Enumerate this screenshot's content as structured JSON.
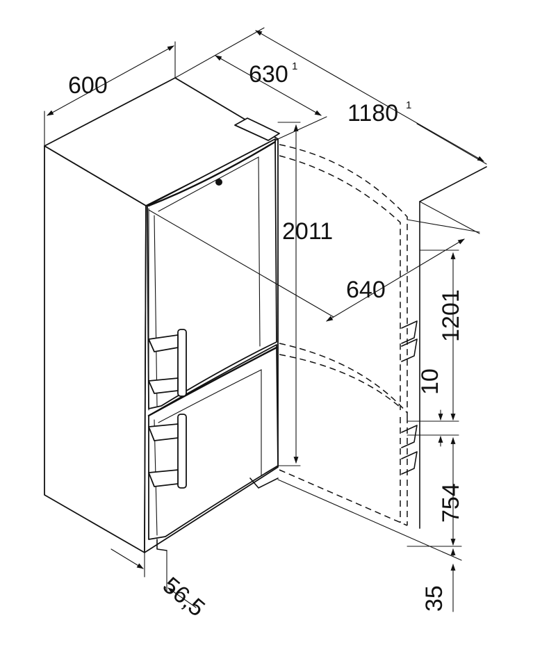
{
  "dimensions": {
    "width": "600",
    "depth": "630",
    "depth_note": "1",
    "open_depth": "1180",
    "open_depth_note": "1",
    "height": "2011",
    "door_depth": "640",
    "upper_height": "1201",
    "gap": "10",
    "lower_height": "754",
    "plinth": "35",
    "foot": "56,5"
  },
  "colors": {
    "line": "#111111",
    "background": "#ffffff"
  }
}
